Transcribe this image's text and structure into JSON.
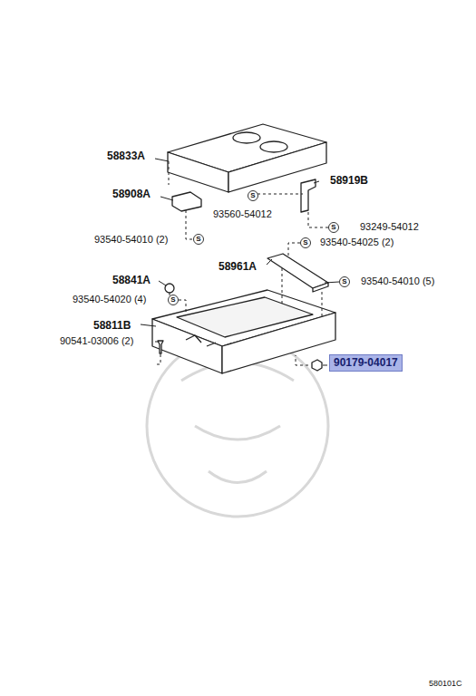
{
  "diagram": {
    "nodes": [
      {
        "text": [
          "90179-04017"
        ]
      }
    ],
    "labels": [
      "58833A",
      "58908A",
      "93540-54010 (2)",
      "S",
      "58919B",
      "S",
      "93560-54012",
      "S",
      "93249-54012",
      "S",
      "93540-54025 (2)",
      "58961A",
      "S",
      "93540-54010 (5)",
      "58841A",
      "93540-54020 (4)",
      "S",
      "58811B",
      "90541-03006 (2)",
      "580101C"
    ]
  }
}
